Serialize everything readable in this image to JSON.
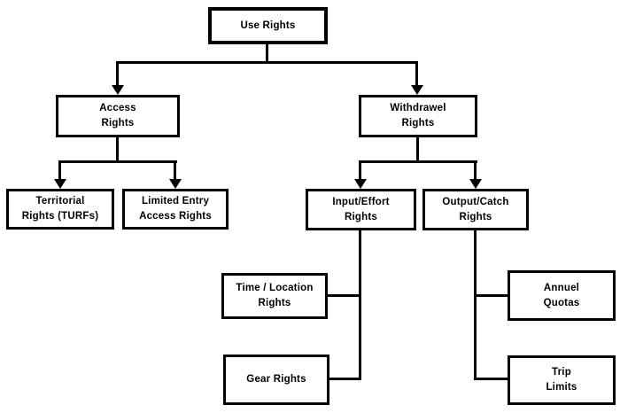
{
  "diagram": {
    "type": "tree-flowchart",
    "topic": "Use rights hierarchy",
    "colors": {
      "background": "#ffffff",
      "box_fill": "#ffffff",
      "box_border": "#000000",
      "line": "#000000",
      "text": "#000000"
    },
    "nodes": {
      "use_rights": {
        "line1": "Use Rights"
      },
      "access": {
        "line1": "Access",
        "line2": "Rights"
      },
      "withdrawel": {
        "line1": "Withdrawel",
        "line2": "Rights"
      },
      "territorial": {
        "line1": "Territorial",
        "line2": "Rights (TURFs)"
      },
      "limited_entry": {
        "line1": "Limited Entry",
        "line2": "Access Rights"
      },
      "input_effort": {
        "line1": "Input/Effort",
        "line2": "Rights"
      },
      "output_catch": {
        "line1": "Output/Catch",
        "line2": "Rights"
      },
      "time_location": {
        "line1": "Time / Location",
        "line2": "Rights"
      },
      "gear": {
        "line1": "Gear Rights"
      },
      "annual_quotas": {
        "line1": "Annuel",
        "line2": "Quotas"
      },
      "trip_limits": {
        "line1": "Trip",
        "line2": "Limits"
      }
    },
    "edges": [
      {
        "from": "use_rights",
        "to": "access",
        "arrow": true
      },
      {
        "from": "use_rights",
        "to": "withdrawel",
        "arrow": true
      },
      {
        "from": "access",
        "to": "territorial",
        "arrow": true
      },
      {
        "from": "access",
        "to": "limited_entry",
        "arrow": true
      },
      {
        "from": "withdrawel",
        "to": "input_effort",
        "arrow": true
      },
      {
        "from": "withdrawel",
        "to": "output_catch",
        "arrow": true
      },
      {
        "from": "input_effort",
        "to": "time_location",
        "arrow": false
      },
      {
        "from": "input_effort",
        "to": "gear",
        "arrow": false
      },
      {
        "from": "output_catch",
        "to": "annual_quotas",
        "arrow": false
      },
      {
        "from": "output_catch",
        "to": "trip_limits",
        "arrow": false
      }
    ]
  }
}
